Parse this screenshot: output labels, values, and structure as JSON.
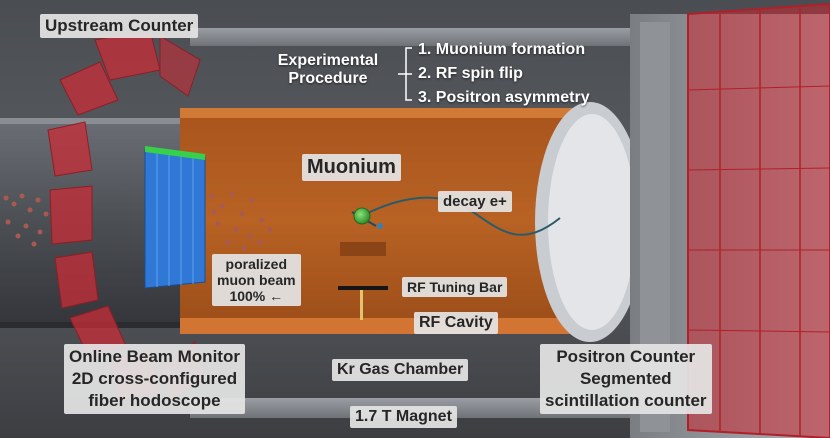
{
  "labels": {
    "upstream_counter": "Upstream Counter",
    "procedure_title_line1": "Experimental",
    "procedure_title_line2": "Procedure",
    "step1": "1. Muonium formation",
    "step2": "2. RF spin flip",
    "step3": "3. Positron asymmetry",
    "muonium": "Muonium",
    "decay": "decay e+",
    "beam_line1": "poralized",
    "beam_line2": "muon beam",
    "beam_line3": "100% ←",
    "tuning_bar": "RF Tuning Bar",
    "rf_cavity": "RF Cavity",
    "kr_chamber": "Kr Gas Chamber",
    "magnet": "1.7 T Magnet",
    "monitor_line1": "Online Beam Monitor",
    "monitor_line2": "2D cross-configured",
    "monitor_line3": "fiber hodoscope",
    "positron_line1": "Positron Counter",
    "positron_line2": "Segmented",
    "positron_line3": "scintillation counter"
  },
  "colors": {
    "cavity_orange": "#c0631f",
    "counter_red": "#c8323a",
    "hodoscope_blue": "#2f78d6",
    "hodoscope_green": "#36d04a",
    "muonium_green": "#3fae3a",
    "beam_dot": "#a85a52"
  }
}
